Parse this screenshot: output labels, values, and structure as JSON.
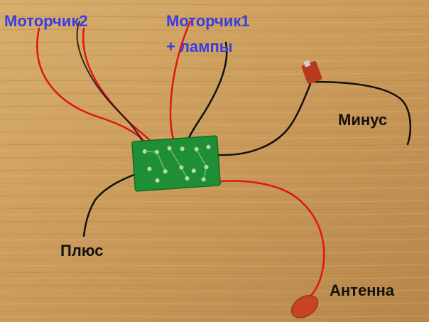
{
  "labels": {
    "motor2": "Моторчик2",
    "motor1_line1": "Моторчик1",
    "motor1_line2": "+ лампы",
    "minus": "Минус",
    "plus": "Плюс",
    "antenna": "Антенна"
  },
  "colors": {
    "label_blue": "#3a3de0",
    "label_black": "#111111",
    "wire_red": "#e01515",
    "wire_black": "#111111",
    "pcb_green": "#1f8f35",
    "wood": "#c99a5a"
  }
}
